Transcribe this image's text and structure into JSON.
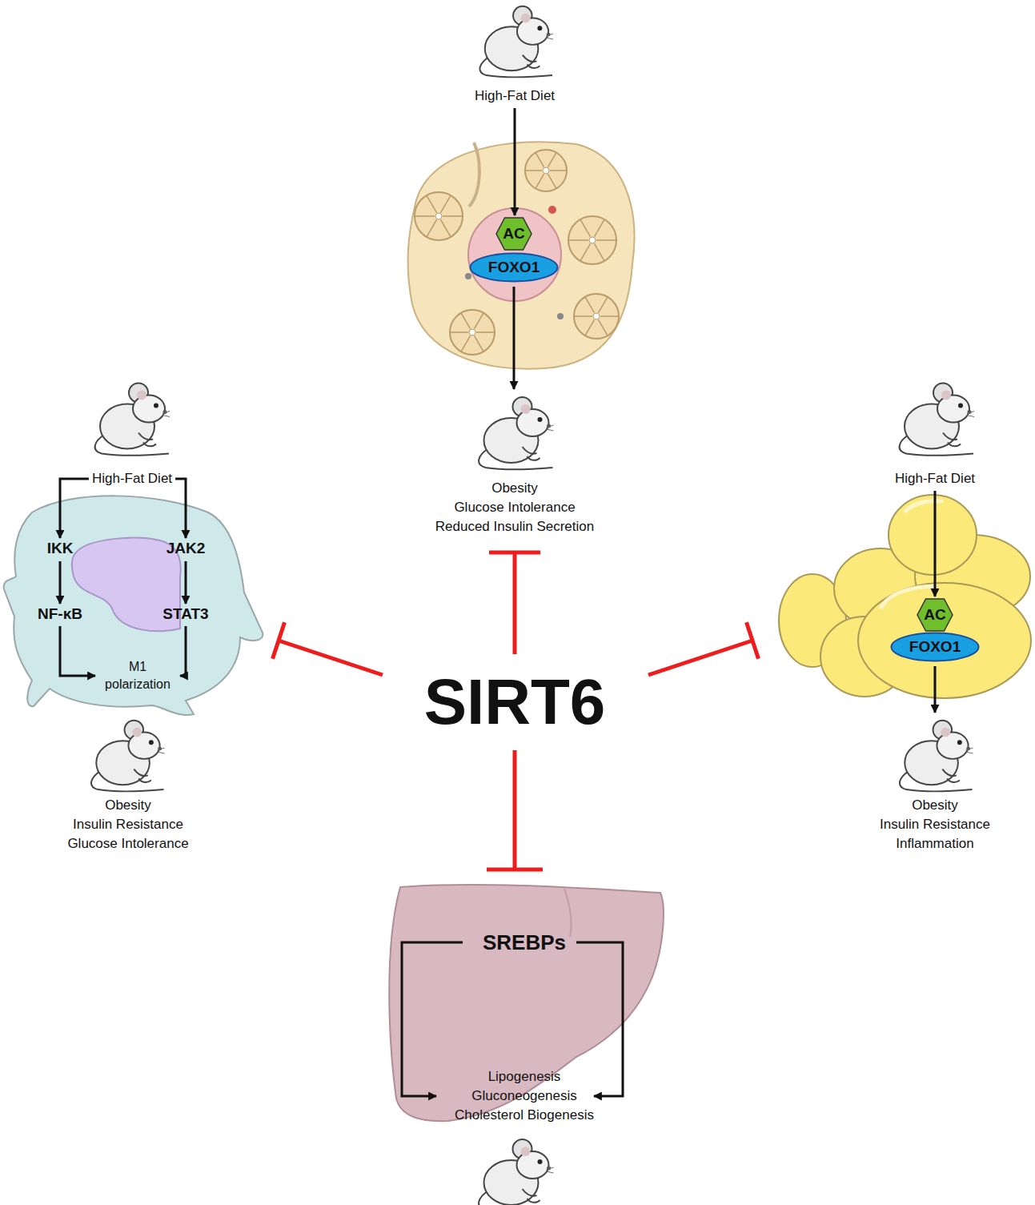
{
  "diagram": {
    "nodes": [
      {
        "text": [
          "High-Fat Diet"
        ]
      },
      {
        "text": [
          "AC"
        ]
      },
      {
        "text": [
          "FOXO1"
        ]
      },
      {
        "text": [
          "Obesity",
          "Glucose Intolerance",
          "Reduced Insulin Secretion"
        ]
      },
      {
        "text": [
          "High-Fat Diet"
        ]
      },
      {
        "text": [
          "IKK"
        ]
      },
      {
        "text": [
          "JAK2"
        ]
      },
      {
        "text": [
          "NF-κB"
        ]
      },
      {
        "text": [
          "STAT3"
        ]
      },
      {
        "text": [
          "M1 polarization"
        ]
      },
      {
        "text": [
          "Obesity",
          "Insulin Resistance",
          "Glucose Intolerance"
        ]
      },
      {
        "text": [
          "SIRT6"
        ]
      },
      {
        "text": [
          "High-Fat Diet"
        ]
      },
      {
        "text": [
          "AC"
        ]
      },
      {
        "text": [
          "FOXO1"
        ]
      },
      {
        "text": [
          "Obesity",
          "Insulin Resistance",
          "Inflammation"
        ]
      },
      {
        "text": [
          "SREBPs",
          "Lipogenesis",
          "Gluconeogenesis",
          "Cholesterol Biogenesis"
        ]
      }
    ],
    "edges": [
      {
        "from": 0,
        "to": 1,
        "arrow": "to"
      },
      {
        "from": 2,
        "to": 3,
        "arrow": "to"
      },
      {
        "from": 4,
        "to": 5,
        "arrow": "to"
      },
      {
        "from": 4,
        "to": 6,
        "arrow": "to"
      },
      {
        "from": 5,
        "to": 7,
        "arrow": "to"
      },
      {
        "from": 6,
        "to": 8,
        "arrow": "to"
      },
      {
        "from": 7,
        "to": 9,
        "arrow": "to"
      },
      {
        "from": 8,
        "to": 9,
        "arrow": "to"
      },
      {
        "from": 12,
        "to": 13,
        "arrow": "to"
      },
      {
        "from": 14,
        "to": 15,
        "arrow": "to"
      },
      {
        "from": 11,
        "to": 3,
        "arrow": "to"
      },
      {
        "from": 11,
        "to": 16,
        "arrow": "to"
      }
    ]
  }
}
